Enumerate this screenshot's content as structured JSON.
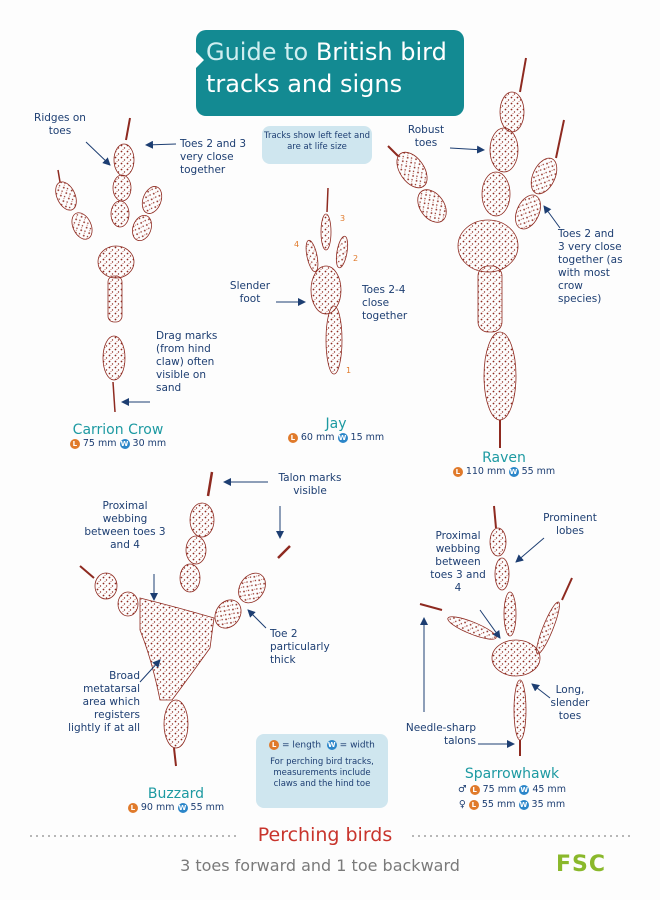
{
  "header": {
    "title_part1": "Guide to ",
    "title_part2": "British bird",
    "title_line2": "tracks and signs"
  },
  "note": "Tracks show left feet and are at life size",
  "birds": {
    "carrion_crow": {
      "name": "Carrion Crow",
      "length": "75 mm",
      "width": "30 mm"
    },
    "jay": {
      "name": "Jay",
      "length": "60 mm",
      "width": "15 mm"
    },
    "raven": {
      "name": "Raven",
      "length": "110 mm",
      "width": "55 mm"
    },
    "buzzard": {
      "name": "Buzzard",
      "length": "90 mm",
      "width": "55 mm"
    },
    "sparrowhawk": {
      "name": "Sparrowhawk",
      "male_symbol": "♂",
      "female_symbol": "♀",
      "male_length": "75 mm",
      "male_width": "45 mm",
      "female_length": "55 mm",
      "female_width": "35 mm"
    }
  },
  "badges": {
    "length": "L",
    "width": "W"
  },
  "annotations": {
    "ridges": "Ridges on toes",
    "crow_toes": "Toes 2 and 3 very close together",
    "drag": "Drag marks (from hind claw) often visible on sand",
    "slender_foot": "Slender foot",
    "jay_toes": "Toes 2-4 close together",
    "robust": "Robust toes",
    "raven_toes": "Toes 2 and 3 very close together (as with most crow species)",
    "talon_marks": "Talon marks visible",
    "buzz_webbing": "Proximal webbing between toes 3 and 4",
    "toe2_thick": "Toe 2 particularly thick",
    "metatarsal": "Broad metatarsal area which registers lightly if at all",
    "prominent_lobes": "Prominent lobes",
    "sparrow_webbing": "Proximal webbing between toes 3 and 4",
    "long_toes": "Long, slender toes",
    "needle": "Needle-sharp talons"
  },
  "toe_numbers": [
    "1",
    "2",
    "3",
    "4"
  ],
  "legend": {
    "length_label": "= length",
    "width_label": "= width",
    "text": "For perching bird tracks, measurements include claws and the hind toe"
  },
  "footer": {
    "title": "Perching birds",
    "subtitle": "3 toes forward and 1 toe backward",
    "logo": "FSC"
  },
  "colors": {
    "track": "#8e2a20",
    "teal": "#138a92",
    "accent_orange": "#e07a2b",
    "accent_blue": "#2b86c9",
    "text_blue": "#1d3e72",
    "footer_red": "#c8342c",
    "logo_green": "#8ab82b"
  }
}
